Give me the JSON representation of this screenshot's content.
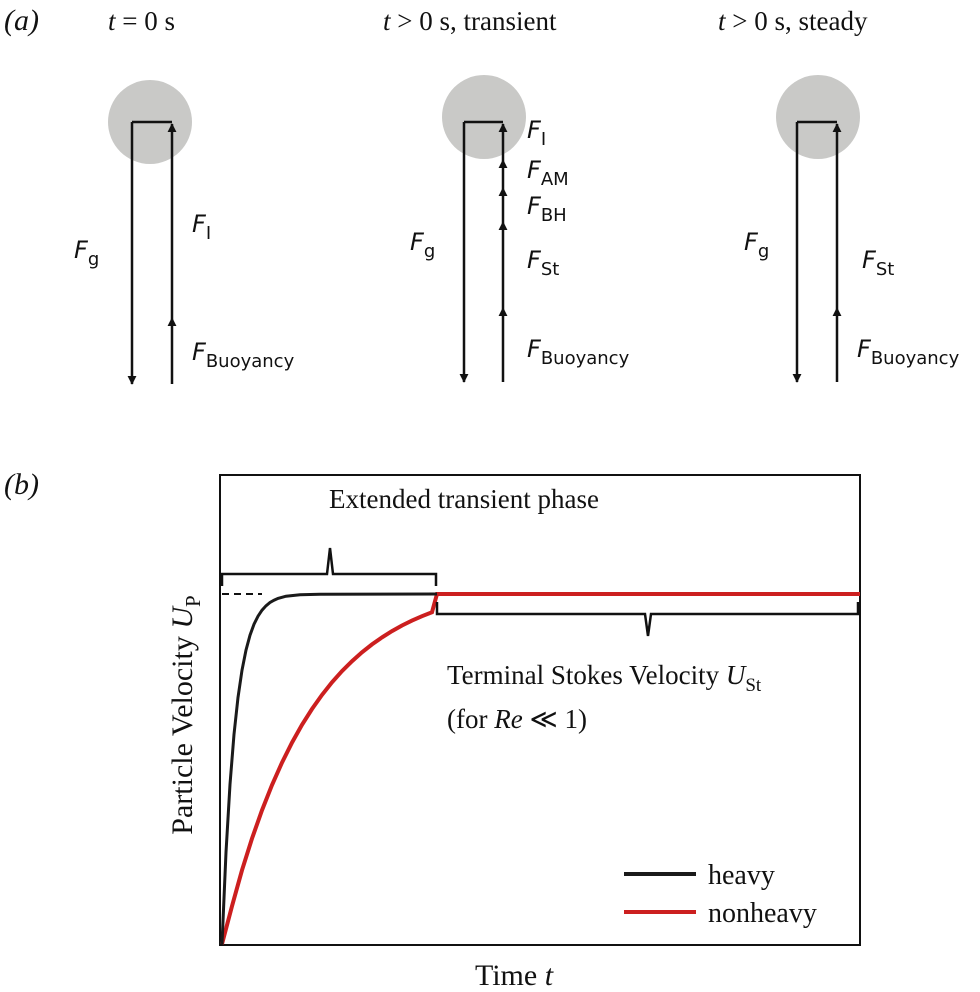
{
  "colors": {
    "heavy": "#1a1a1a",
    "nonheavy": "#cc1f1f",
    "particle": "#c9c9c7",
    "ink": "#111111"
  },
  "panel_a": {
    "label": "(a)",
    "scenes": [
      {
        "title_pre": "t",
        "title_post": " = 0 s",
        "forces": [
          {
            "sym": "F",
            "sub": "g"
          },
          {
            "sym": "F",
            "sub": "I"
          },
          {
            "sym": "F",
            "sub": "Buoyancy"
          }
        ]
      },
      {
        "title_pre": "t",
        "title_post": " > 0 s, transient",
        "forces": [
          {
            "sym": "F",
            "sub": "g"
          },
          {
            "sym": "F",
            "sub": "I"
          },
          {
            "sym": "F",
            "sub": "AM"
          },
          {
            "sym": "F",
            "sub": "BH"
          },
          {
            "sym": "F",
            "sub": "St"
          },
          {
            "sym": "F",
            "sub": "Buoyancy"
          }
        ]
      },
      {
        "title_pre": "t",
        "title_post": " > 0 s, steady",
        "forces": [
          {
            "sym": "F",
            "sub": "g"
          },
          {
            "sym": "F",
            "sub": "St"
          },
          {
            "sym": "F",
            "sub": "Buoyancy"
          }
        ]
      }
    ]
  },
  "panel_b": {
    "label": "(b)",
    "brace_transient": "Extended transient phase",
    "brace_terminal_line1_pre": "Terminal Stokes Velocity ",
    "brace_terminal_line1_sym": "U",
    "brace_terminal_line1_sub": "St",
    "brace_terminal_line2_pre": "(for ",
    "brace_terminal_line2_sym": "Re",
    "brace_terminal_line2_post": " ≪ 1)"
  },
  "chart_data": {
    "type": "line",
    "xlabel_pre": "Time ",
    "xlabel_sym": "t",
    "ylabel_pre": "Particle Velocity ",
    "ylabel_sym": "U",
    "ylabel_sub": "P",
    "series": [
      {
        "name": "heavy",
        "color": "#1a1a1a"
      },
      {
        "name": "nonheavy",
        "color": "#cc1f1f"
      }
    ],
    "grid": false,
    "legend_position": "bottom-right"
  }
}
